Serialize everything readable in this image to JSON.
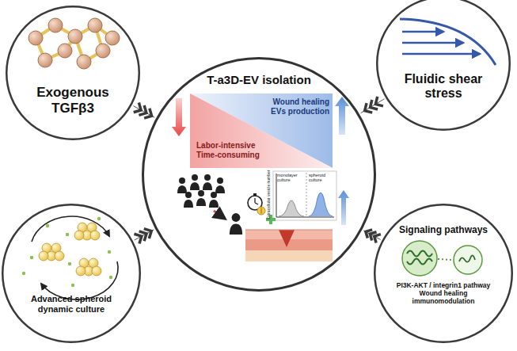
{
  "diagram": {
    "nodes": [
      {
        "text": [
          "Exogenous TGFβ3"
        ]
      },
      {
        "text": [
          "Fluidic shear stress"
        ]
      },
      {
        "text": [
          "T-a3D-EV isolation"
        ]
      },
      {
        "text": [
          "Wound healing EVs production"
        ],
        "in": 2
      },
      {
        "text": [
          "Labor-intensive Time-consuming"
        ],
        "in": 2
      },
      {
        "text": [
          "Advanced spheroid dynamic culture"
        ]
      },
      {
        "text": [
          "Signaling pathways",
          "PI3K-AKT / integrin1 pathway Wound healing immunomodulation"
        ]
      }
    ],
    "edges": [
      {
        "from": 0,
        "to": 2,
        "arrow": "to"
      },
      {
        "from": 1,
        "to": 2,
        "arrow": "to"
      },
      {
        "from": 5,
        "to": 2,
        "arrow": "to"
      },
      {
        "from": 6,
        "to": 2,
        "arrow": "to"
      }
    ],
    "labels": [
      "monolayer culture",
      "spheroid culture",
      "Extracellular vesicle number"
    ]
  }
}
